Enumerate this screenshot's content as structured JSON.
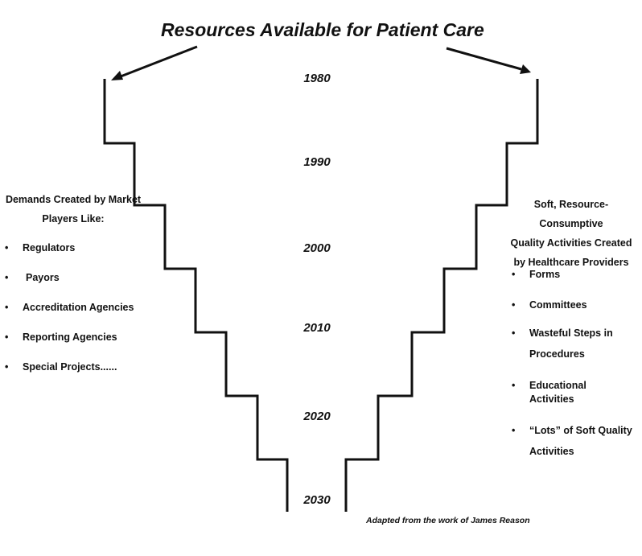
{
  "title": "Resources Available for Patient Care",
  "years": [
    "1980",
    "1990",
    "2000",
    "2010",
    "2020",
    "2030"
  ],
  "left_panel": {
    "heading_lines": [
      "Demands Created by Market",
      "Players Like:"
    ],
    "items": [
      "Regulators",
      "Payors",
      "Accreditation Agencies",
      "Reporting Agencies",
      "Special Projects......"
    ]
  },
  "right_panel": {
    "heading_lines": [
      "Soft, Resource-Consumptive",
      "Quality Activities Created",
      "by Healthcare Providers"
    ],
    "items": [
      [
        "Forms"
      ],
      [
        "Committees"
      ],
      [
        "Wasteful Steps in",
        "Procedures"
      ],
      [
        "Educational Activities"
      ],
      [
        "“Lots” of Soft Quality",
        "Activities"
      ]
    ]
  },
  "credit": "Adapted from the work of James Reason",
  "colors": {
    "line": "#111111",
    "text": "#111111",
    "background": "#ffffff"
  }
}
